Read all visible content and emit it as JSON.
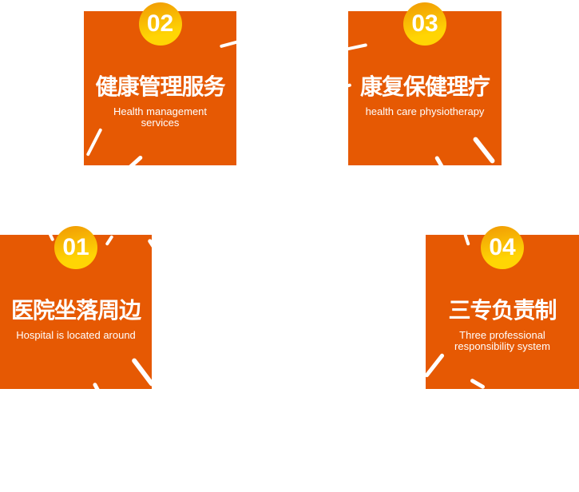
{
  "colors": {
    "card_orange": "#E65903",
    "badge_gradient_top": "#F2A004",
    "badge_gradient_bottom": "#FFD504",
    "text": "#FFFFFF"
  },
  "cards": [
    {
      "number": "01",
      "title": "医院坐落周边",
      "subtitle": "Hospital is located around"
    },
    {
      "number": "02",
      "title": "健康管理服务",
      "subtitle": "Health management services"
    },
    {
      "number": "03",
      "title": "康复保健理疗",
      "subtitle": "health care physiotherapy"
    },
    {
      "number": "04",
      "title": "三专负责制",
      "subtitle": "Three professional responsibility system"
    }
  ]
}
